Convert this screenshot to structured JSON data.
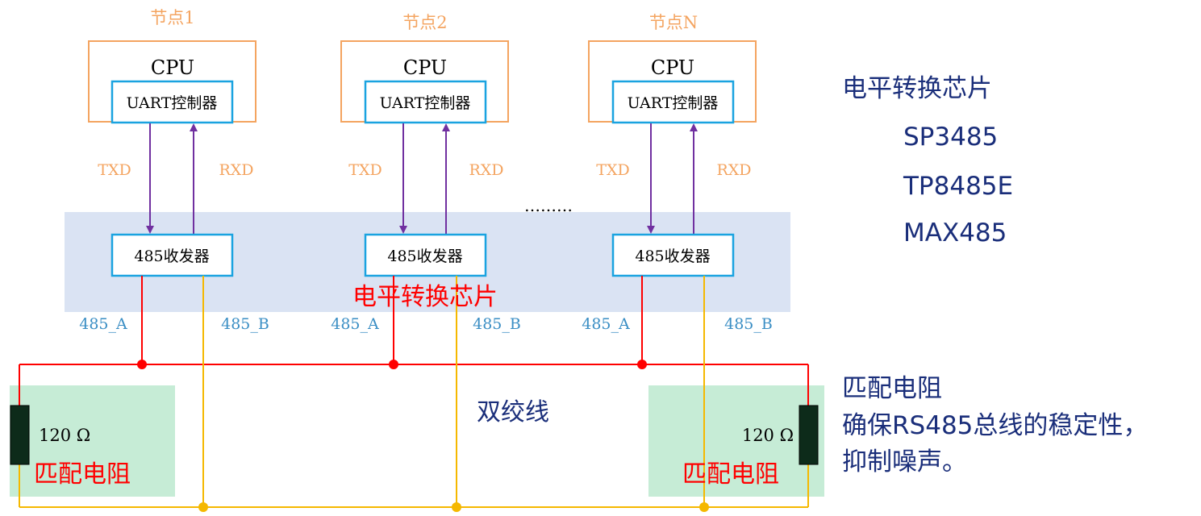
{
  "nodes": [
    {
      "title": "节点1",
      "cpu": "CPU",
      "uart": "UART控制器",
      "txd": "TXD",
      "rxd": "RXD",
      "transceiver": "485收发器",
      "a": "485_A",
      "b": "485_B"
    },
    {
      "title": "节点2",
      "cpu": "CPU",
      "uart": "UART控制器",
      "txd": "TXD",
      "rxd": "RXD",
      "transceiver": "485收发器",
      "a": "485_A",
      "b": "485_B"
    },
    {
      "title": "节点N",
      "cpu": "CPU",
      "uart": "UART控制器",
      "txd": "TXD",
      "rxd": "RXD",
      "transceiver": "485收发器",
      "a": "485_A",
      "b": "485_B"
    }
  ],
  "ellipsis": "………",
  "level_shift_label": "电平转换芯片",
  "twisted_pair_label": "双绞线",
  "resistors": [
    {
      "value": "120 Ω",
      "label": "匹配电阻"
    },
    {
      "value": "120 Ω",
      "label": "匹配电阻"
    }
  ],
  "side_panel": {
    "chip_title": "电平转换芯片",
    "chips": [
      "SP3485",
      "TP8485E",
      "MAX485"
    ],
    "resistor_title": "匹配电阻",
    "resistor_desc": [
      "确保RS485总线的稳定性，",
      "抑制噪声。"
    ]
  },
  "colors": {
    "node_border": "#f4a460",
    "box_border": "#1aa3e0",
    "arrow": "#7030a0",
    "line_a": "#ff0000",
    "line_b": "#f5b800",
    "band": "#dae3f3",
    "resistor_bg": "#c6ecd6"
  }
}
